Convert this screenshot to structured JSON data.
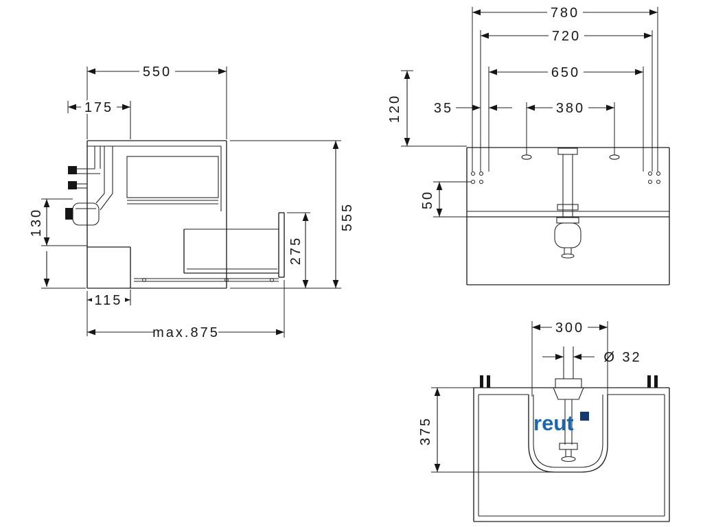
{
  "page": {
    "background": "#ffffff",
    "line_color": "#1d1d1d"
  },
  "views": {
    "side": {
      "title": "side-section-view",
      "dims": {
        "d550": "550",
        "d175": "175",
        "d130": "130",
        "d115": "115",
        "dmax875": "max.875",
        "d555": "555",
        "d275": "275"
      }
    },
    "front": {
      "title": "front-view",
      "dims": {
        "d780": "780",
        "d720": "720",
        "d650": "650",
        "d380": "380",
        "d35": "35",
        "d120": "120",
        "d50": "50"
      }
    },
    "cutout": {
      "title": "cutout-view",
      "dims": {
        "d300": "300",
        "d32": "Ø 32",
        "d375": "375"
      }
    }
  },
  "watermark": {
    "text": "reut",
    "color": "#1a66b0",
    "badge_color": "#143a70"
  }
}
